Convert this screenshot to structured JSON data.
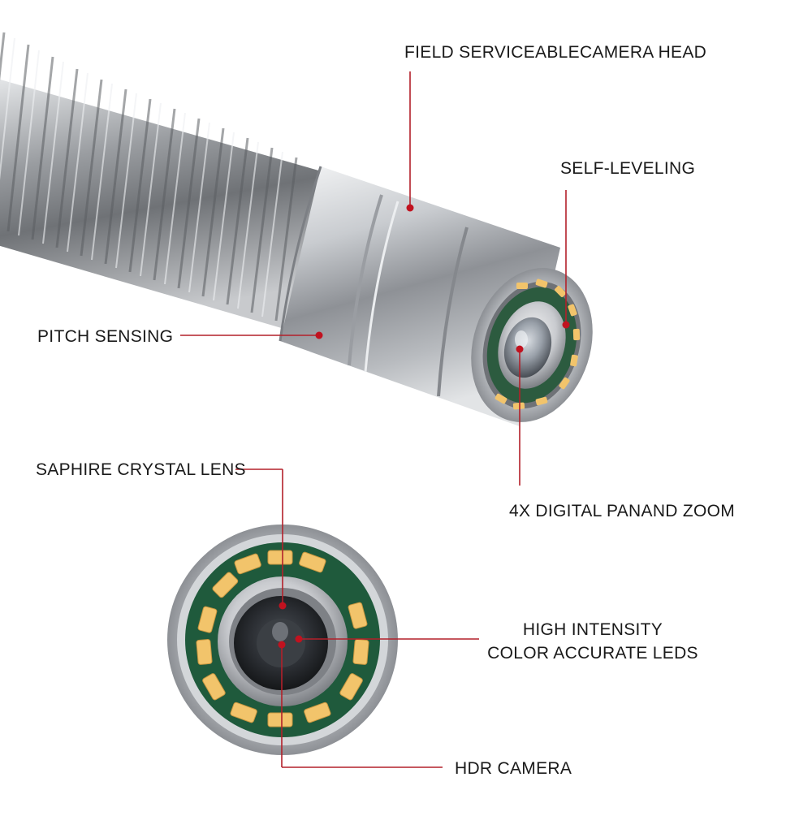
{
  "colors": {
    "background": "#ffffff",
    "callout_line": "#b3202a",
    "callout_dot": "#c1121f",
    "led": "#f2c46b",
    "metal": "#b9bcc0",
    "circuit_board": "#1f5a3c"
  },
  "product": {
    "name": "pipe inspection camera head"
  },
  "callouts": {
    "field_serviceable": "FIELD SERVICEABLECAMERA HEAD",
    "self_leveling": "SELF-LEVELING",
    "pitch_sensing": "PITCH SENSING",
    "digital_pan_zoom": "4X DIGITAL PANAND ZOOM",
    "saphire_lens": "SAPHIRE CRYSTAL LENS",
    "leds_line1": "HIGH INTENSITY",
    "leds_line2": "COLOR ACCURATE LEDS",
    "hdr_camera": "HDR CAMERA"
  }
}
